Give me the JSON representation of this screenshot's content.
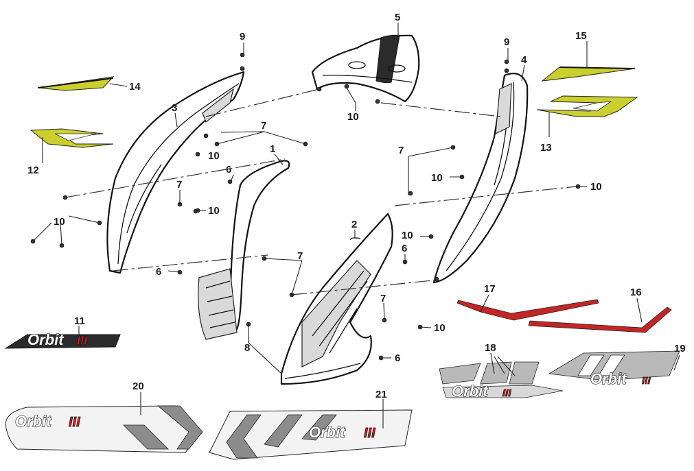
{
  "diagram": {
    "callouts": [
      "1",
      "2",
      "3",
      "4",
      "5",
      "6",
      "7",
      "8",
      "9",
      "10",
      "11",
      "12",
      "13",
      "14",
      "15",
      "16",
      "17",
      "18",
      "19",
      "20",
      "21"
    ],
    "decal_text": "Orbit",
    "decal_model_mark": "III",
    "colors": {
      "yellow_decal": "#cbcf2e",
      "red_stripe": "#c42525",
      "grey_decal": "#b9b9b9",
      "red_mark": "#d62020",
      "line": "#111111"
    }
  }
}
